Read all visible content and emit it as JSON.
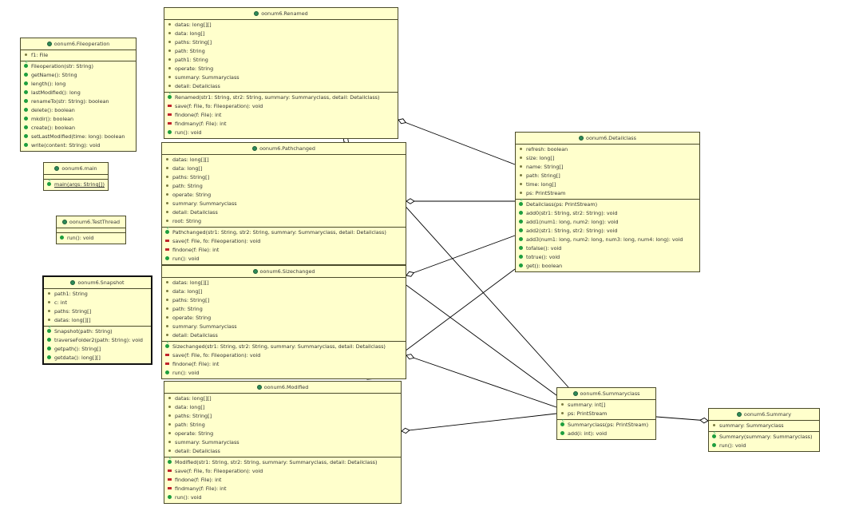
{
  "diagram": {
    "classes": [
      {
        "id": "fileoperation",
        "title": "oonum6.Fileoperation",
        "fields": [
          {
            "t": "f1: File",
            "k": "field"
          }
        ],
        "methods": [
          {
            "t": "Fileoperation(str: String)",
            "k": "ctor"
          },
          {
            "t": "getName(): String",
            "k": "public"
          },
          {
            "t": "length(): long",
            "k": "public"
          },
          {
            "t": "lastModified(): long",
            "k": "public"
          },
          {
            "t": "renameTo(str: String): boolean",
            "k": "public"
          },
          {
            "t": "delete(): boolean",
            "k": "public"
          },
          {
            "t": "mkdir(): boolean",
            "k": "public"
          },
          {
            "t": "create(): boolean",
            "k": "public"
          },
          {
            "t": "setLastModified(time: long): boolean",
            "k": "public"
          },
          {
            "t": "write(content: String): void",
            "k": "public"
          }
        ]
      },
      {
        "id": "main",
        "title": "oonum6.main",
        "fields": [],
        "methods": [
          {
            "t": "main(args: String[])",
            "k": "ctor",
            "u": true
          }
        ]
      },
      {
        "id": "testthread",
        "title": "oonum6.TestThread",
        "fields": [],
        "methods": [
          {
            "t": "run(): void",
            "k": "public"
          }
        ]
      },
      {
        "id": "snapshot",
        "title": "oonum6.Snapshot",
        "fields": [
          {
            "t": "path1: String",
            "k": "field"
          },
          {
            "t": "c: int",
            "k": "field"
          },
          {
            "t": "paths: String[]",
            "k": "field"
          },
          {
            "t": "datas: long[][]",
            "k": "field"
          }
        ],
        "methods": [
          {
            "t": "Snapshot(path: String)",
            "k": "ctor"
          },
          {
            "t": "traverseFolder2(path: String): void",
            "k": "public"
          },
          {
            "t": "getpath(): String[]",
            "k": "public"
          },
          {
            "t": "getdata(): long[][]",
            "k": "public"
          }
        ]
      },
      {
        "id": "renamed",
        "title": "oonum6.Renamed",
        "fields": [
          {
            "t": "datas: long[][]",
            "k": "field"
          },
          {
            "t": "data: long[]",
            "k": "field"
          },
          {
            "t": "paths: String[]",
            "k": "field"
          },
          {
            "t": "path: String",
            "k": "field"
          },
          {
            "t": "path1: String",
            "k": "field"
          },
          {
            "t": "operate: String",
            "k": "field"
          },
          {
            "t": "summary: Summaryclass",
            "k": "field"
          },
          {
            "t": "detail: Detailclass",
            "k": "field"
          }
        ],
        "methods": [
          {
            "t": "Renamed(str1: String, str2: String, summary: Summaryclass, detail: Detailclass)",
            "k": "ctor"
          },
          {
            "t": "save(f: File, fo: Fileoperation): void",
            "k": "private"
          },
          {
            "t": "findone(f: File): int",
            "k": "private"
          },
          {
            "t": "findmany(f: File): int",
            "k": "private"
          },
          {
            "t": "run(): void",
            "k": "public"
          }
        ]
      },
      {
        "id": "pathchanged",
        "title": "oonum6.Pathchanged",
        "fields": [
          {
            "t": "datas: long[][]",
            "k": "field"
          },
          {
            "t": "data: long[]",
            "k": "field"
          },
          {
            "t": "paths: String[]",
            "k": "field"
          },
          {
            "t": "path: String",
            "k": "field"
          },
          {
            "t": "operate: String",
            "k": "field"
          },
          {
            "t": "summary: Summaryclass",
            "k": "field"
          },
          {
            "t": "detail: Detailclass",
            "k": "field"
          },
          {
            "t": "root: String",
            "k": "field"
          }
        ],
        "methods": [
          {
            "t": "Pathchanged(str1: String, str2: String, summary: Summaryclass, detail: Detailclass)",
            "k": "ctor"
          },
          {
            "t": "save(f: File, fo: Fileoperation): void",
            "k": "private"
          },
          {
            "t": "findone(f: File): int",
            "k": "private"
          },
          {
            "t": "run(): void",
            "k": "public"
          }
        ]
      },
      {
        "id": "sizechanged",
        "title": "oonum6.Sizechanged",
        "fields": [
          {
            "t": "datas: long[][]",
            "k": "field"
          },
          {
            "t": "data: long[]",
            "k": "field"
          },
          {
            "t": "paths: String[]",
            "k": "field"
          },
          {
            "t": "path: String",
            "k": "field"
          },
          {
            "t": "operate: String",
            "k": "field"
          },
          {
            "t": "summary: Summaryclass",
            "k": "field"
          },
          {
            "t": "detail: Detailclass",
            "k": "field"
          }
        ],
        "methods": [
          {
            "t": "Sizechanged(str1: String, str2: String, summary: Summaryclass, detail: Detailclass)",
            "k": "ctor"
          },
          {
            "t": "save(f: File, fo: Fileoperation): void",
            "k": "private"
          },
          {
            "t": "findone(f: File): int",
            "k": "private"
          },
          {
            "t": "run(): void",
            "k": "public"
          }
        ]
      },
      {
        "id": "modified",
        "title": "oonum6.Modified",
        "fields": [
          {
            "t": "datas: long[][]",
            "k": "field"
          },
          {
            "t": "data: long[]",
            "k": "field"
          },
          {
            "t": "paths: String[]",
            "k": "field"
          },
          {
            "t": "path: String",
            "k": "field"
          },
          {
            "t": "operate: String",
            "k": "field"
          },
          {
            "t": "summary: Summaryclass",
            "k": "field"
          },
          {
            "t": "detail: Detailclass",
            "k": "field"
          }
        ],
        "methods": [
          {
            "t": "Modified(str1: String, str2: String, summary: Summaryclass, detail: Detailclass)",
            "k": "ctor"
          },
          {
            "t": "save(f: File, fo: Fileoperation): void",
            "k": "private"
          },
          {
            "t": "findone(f: File): int",
            "k": "private"
          },
          {
            "t": "findmany(f: File): int",
            "k": "private"
          },
          {
            "t": "run(): void",
            "k": "public"
          }
        ]
      },
      {
        "id": "detailclass",
        "title": "oonum6.Detailclass",
        "fields": [
          {
            "t": "refresh: boolean",
            "k": "field"
          },
          {
            "t": "size: long[]",
            "k": "field"
          },
          {
            "t": "name: String[]",
            "k": "field"
          },
          {
            "t": "path: String[]",
            "k": "field"
          },
          {
            "t": "time: long[]",
            "k": "field"
          },
          {
            "t": "ps: PrintStream",
            "k": "field"
          }
        ],
        "methods": [
          {
            "t": "Detailclass(ps: PrintStream)",
            "k": "ctor"
          },
          {
            "t": "add0(str1: String, str2: String): void",
            "k": "public"
          },
          {
            "t": "add1(num1: long, num2: long): void",
            "k": "public"
          },
          {
            "t": "add2(str1: String, str2: String): void",
            "k": "public"
          },
          {
            "t": "add3(num1: long, num2: long, num3: long, num4: long): void",
            "k": "public"
          },
          {
            "t": "tofalse(): void",
            "k": "public"
          },
          {
            "t": "totrue(): void",
            "k": "public"
          },
          {
            "t": "get(): boolean",
            "k": "public"
          }
        ]
      },
      {
        "id": "summaryclass",
        "title": "oonum6.Summaryclass",
        "fields": [
          {
            "t": "summary: int[]",
            "k": "field"
          },
          {
            "t": "ps: PrintStream",
            "k": "field"
          }
        ],
        "methods": [
          {
            "t": "Summaryclass(ps: PrintStream)",
            "k": "ctor"
          },
          {
            "t": "add(i: int): void",
            "k": "public"
          }
        ]
      },
      {
        "id": "summary",
        "title": "oonum6.Summary",
        "fields": [
          {
            "t": "summary: Summaryclass",
            "k": "field"
          }
        ],
        "methods": [
          {
            "t": "Summary(summary: Summaryclass)",
            "k": "ctor"
          },
          {
            "t": "run(): void",
            "k": "public"
          }
        ]
      }
    ]
  },
  "colors": {
    "class_fill": "#ffffcc",
    "border": "#4a4a2a",
    "line": "#000000"
  }
}
